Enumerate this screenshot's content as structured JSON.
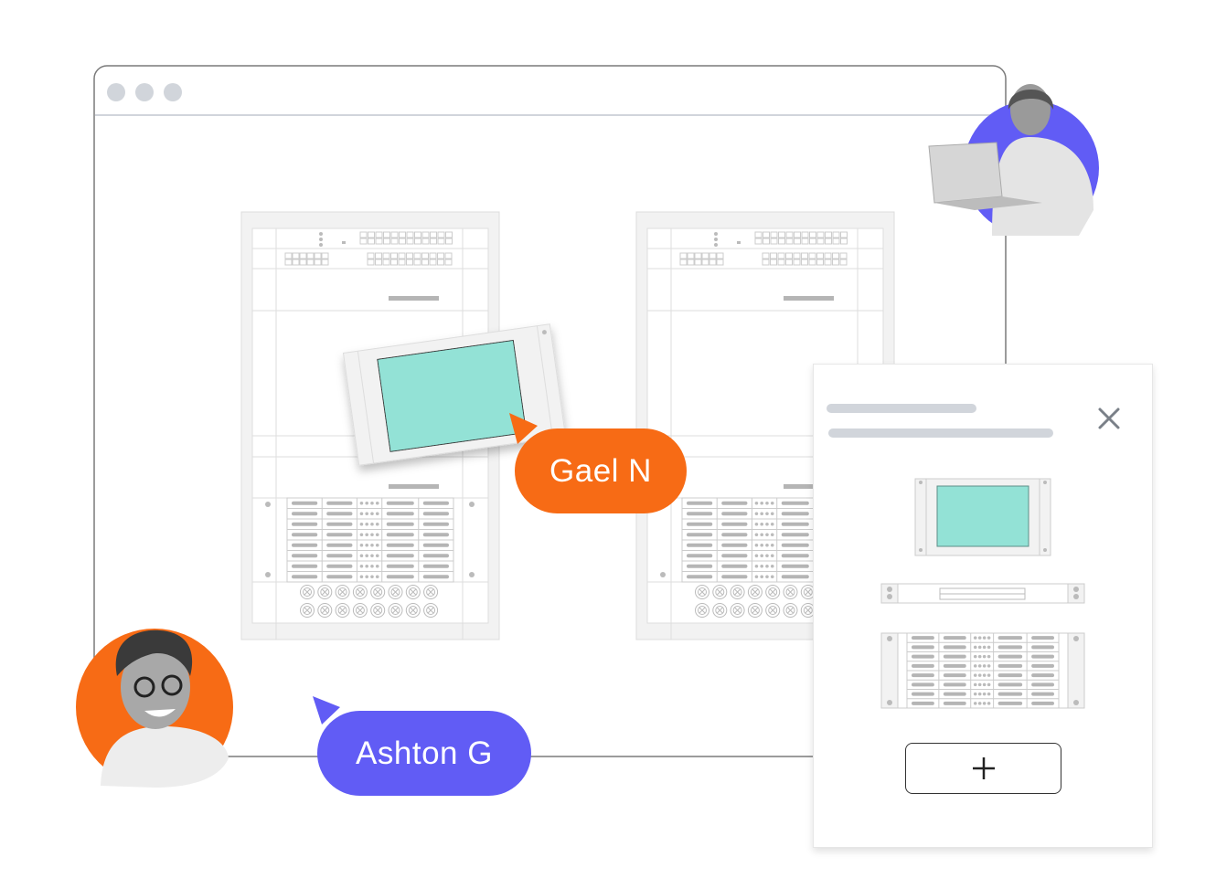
{
  "colors": {
    "orange": "#F76B15",
    "purple": "#615CF5",
    "teal": "#93E2D6",
    "frame": "#7a7a7a",
    "dots": "#D1D5DB"
  },
  "cursors": [
    {
      "name": "Gael N",
      "color": "#F76B15"
    },
    {
      "name": "Ashton G",
      "color": "#615CF5"
    }
  ],
  "panel": {
    "close_icon": "close-icon",
    "add_icon": "plus-icon",
    "devices": [
      "monitor-unit",
      "1u-switch",
      "storage-array"
    ]
  },
  "racks": 2
}
